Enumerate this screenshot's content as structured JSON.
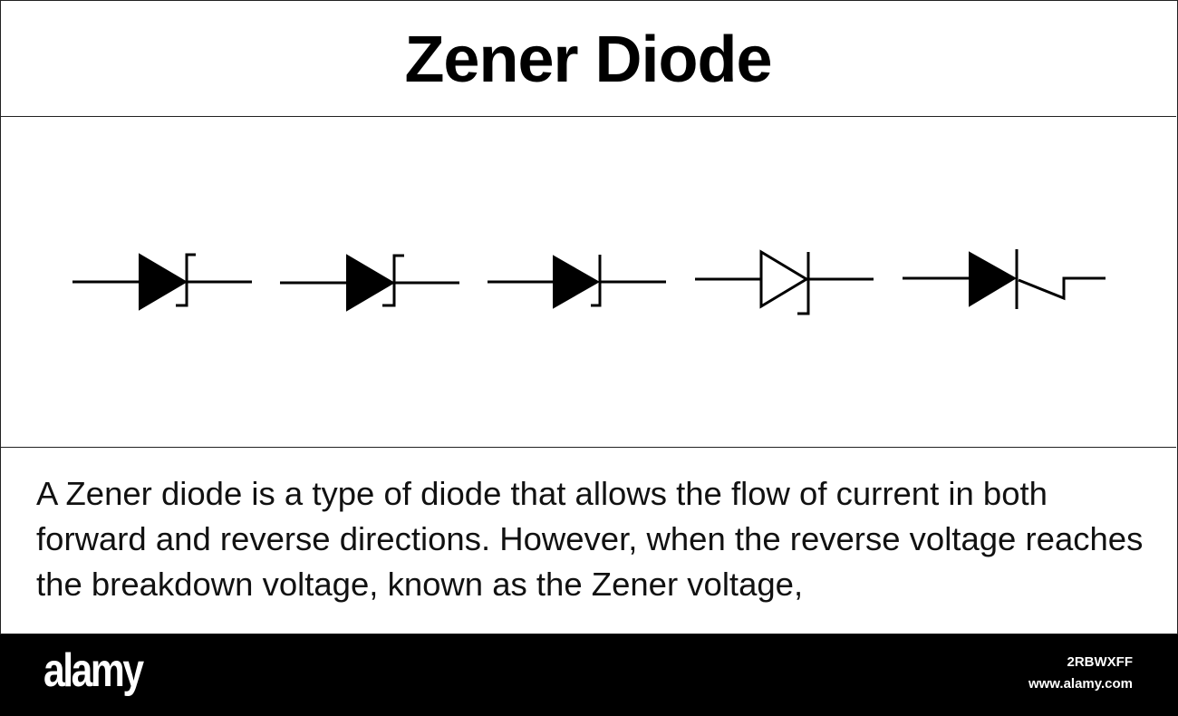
{
  "title": "Zener Diode",
  "symbols": [
    {
      "name": "zener-diode-symbol-1"
    },
    {
      "name": "zener-diode-symbol-2"
    },
    {
      "name": "zener-diode-symbol-3"
    },
    {
      "name": "zener-diode-symbol-4"
    },
    {
      "name": "zener-diode-symbol-5"
    }
  ],
  "description": "A Zener diode is a type of diode that allows the flow of current in both forward and reverse directions. However, when the reverse voltage reaches the breakdown voltage, known as the Zener voltage,",
  "footer": {
    "brand": "alamy",
    "image_id": "2RBWXFF",
    "site": "www.alamy.com"
  },
  "colors": {
    "stroke": "#000000",
    "footer_bg": "#000000",
    "footer_text": "#ffffff"
  }
}
